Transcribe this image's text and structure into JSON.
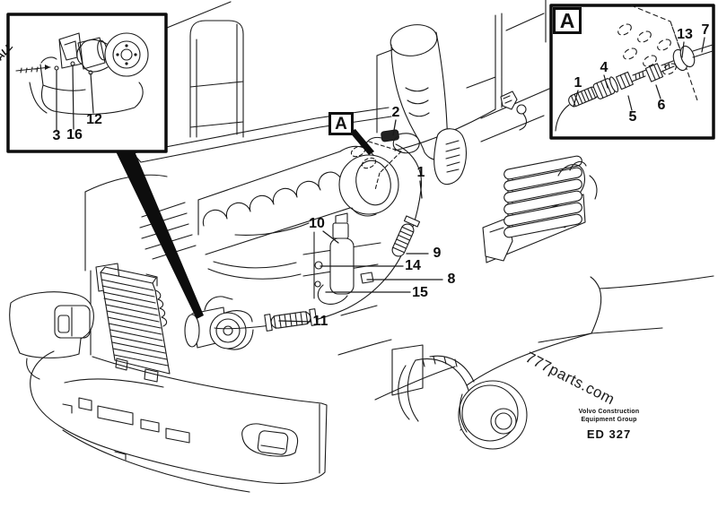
{
  "branding": {
    "watermark": "777parts.com",
    "watermark_edge_fragment": "ALL",
    "publisher_line1": "Volvo Construction",
    "publisher_line2": "Equipment Group",
    "figure_code": "ED 327"
  },
  "markers": {
    "detail_a_main": "A",
    "detail_a_inset": "A"
  },
  "inset_pulley": {
    "callouts": {
      "c3": "3",
      "c16": "16",
      "c12": "12"
    }
  },
  "inset_cable": {
    "callouts": {
      "c1": "1",
      "c4": "4",
      "c5": "5",
      "c6": "6",
      "c13": "13",
      "c7": "7"
    }
  },
  "main_view": {
    "callouts": {
      "c1": "1",
      "c2": "2",
      "c8": "8",
      "c9": "9",
      "c10": "10",
      "c11": "11",
      "c14": "14",
      "c15": "15"
    }
  },
  "colors": {
    "line": "#1a1a1a",
    "background": "#ffffff"
  }
}
